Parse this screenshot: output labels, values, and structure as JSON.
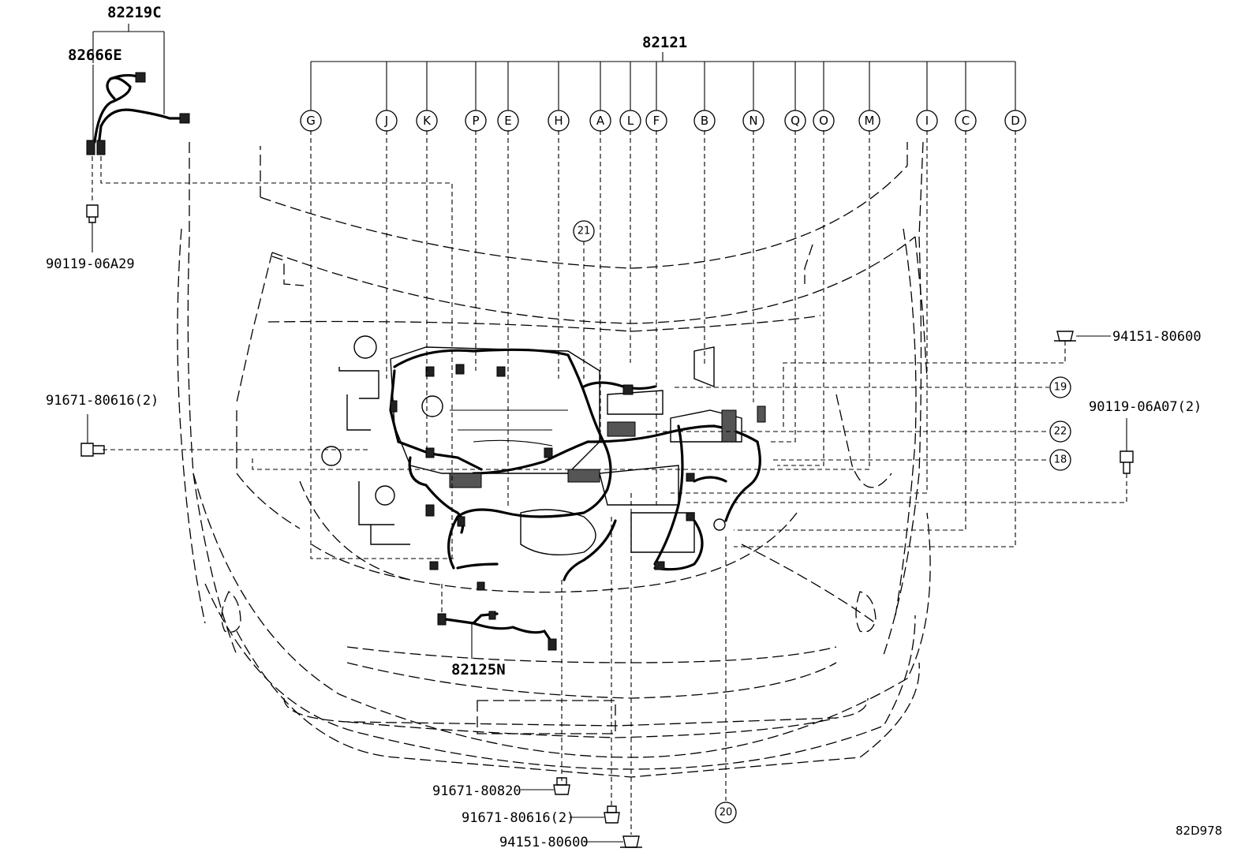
{
  "parts": {
    "p82219C": "82219C",
    "p82666E": "82666E",
    "p82121": "82121",
    "p82125N": "82125N",
    "p90119_06A29": "90119-06A29",
    "p91671_80616_2_left": "91671-80616(2)",
    "p94151_80600_right": "94151-80600",
    "p90119_06A07_2": "90119-06A07(2)",
    "p91671_80820": "91671-80820",
    "p91671_80616_2_bottom": "91671-80616(2)",
    "p94151_80600_bottom": "94151-80600"
  },
  "letter_callouts": [
    "G",
    "J",
    "K",
    "P",
    "E",
    "H",
    "A",
    "L",
    "F",
    "B",
    "N",
    "Q",
    "O",
    "M",
    "I",
    "C",
    "D"
  ],
  "number_callouts": {
    "c19": "19",
    "c22": "22",
    "c18": "18",
    "c21": "21",
    "c20": "20"
  },
  "diagram_code": "82D978"
}
